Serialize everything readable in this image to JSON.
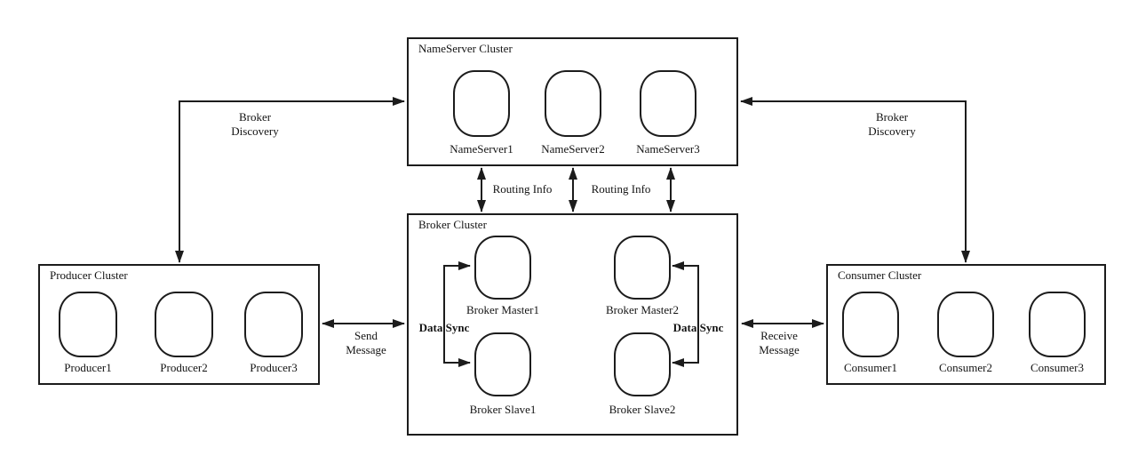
{
  "clusters": {
    "nameserver": {
      "title": "NameServer Cluster",
      "nodes": [
        "NameServer1",
        "NameServer2",
        "NameServer3"
      ]
    },
    "broker": {
      "title": "Broker Cluster",
      "nodes": [
        "Broker Master1",
        "Broker Master2",
        "Broker Slave1",
        "Broker Slave2"
      ]
    },
    "producer": {
      "title": "Producer Cluster",
      "nodes": [
        "Producer1",
        "Producer2",
        "Producer3"
      ]
    },
    "consumer": {
      "title": "Consumer Cluster",
      "nodes": [
        "Consumer1",
        "Consumer2",
        "Consumer3"
      ]
    }
  },
  "edges": {
    "broker_discovery_left": {
      "line1": "Broker",
      "line2": "Discovery"
    },
    "broker_discovery_right": {
      "line1": "Broker",
      "line2": "Discovery"
    },
    "routing_info_left": {
      "label": "Routing Info"
    },
    "routing_info_right": {
      "label": "Routing Info"
    },
    "send_message": {
      "line1": "Send",
      "line2": "Message"
    },
    "receive_message": {
      "line1": "Receive",
      "line2": "Message"
    },
    "data_sync_left": {
      "label": "Data Sync"
    },
    "data_sync_right": {
      "label": "Data Sync"
    }
  },
  "colors": {
    "line": "#1c1c1c",
    "text": "#141414",
    "background": "#ffffff"
  }
}
